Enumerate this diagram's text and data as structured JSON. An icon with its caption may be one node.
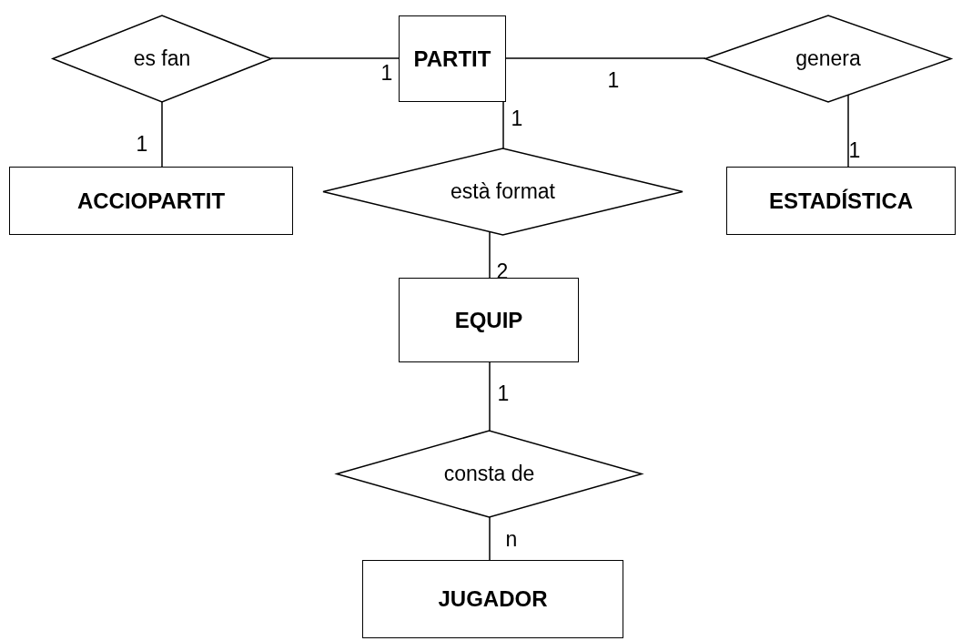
{
  "diagram": {
    "nodes": [
      {
        "text": [
          "es fan"
        ]
      },
      {
        "text": [
          "PARTIT"
        ]
      },
      {
        "text": [
          "genera"
        ]
      },
      {
        "text": [
          "ACCIOPARTIT"
        ]
      },
      {
        "text": [
          "està format"
        ]
      },
      {
        "text": [
          "ESTADÍSTICA"
        ]
      },
      {
        "text": [
          "EQUIP"
        ]
      },
      {
        "text": [
          "consta de"
        ]
      },
      {
        "text": [
          "JUGADOR"
        ]
      }
    ],
    "edges": [
      {
        "from": 0,
        "to": 1,
        "arrow": "none",
        "label": "1"
      },
      {
        "from": 1,
        "to": 2,
        "arrow": "none",
        "label": "1"
      },
      {
        "from": 0,
        "to": 3,
        "arrow": "none",
        "label": "1"
      },
      {
        "from": 2,
        "to": 5,
        "arrow": "none",
        "label": "1"
      },
      {
        "from": 1,
        "to": 4,
        "arrow": "none",
        "label": "1"
      },
      {
        "from": 4,
        "to": 6,
        "arrow": "none",
        "label": "2"
      },
      {
        "from": 6,
        "to": 7,
        "arrow": "none",
        "label": "1"
      },
      {
        "from": 7,
        "to": 8,
        "arrow": "none",
        "label": "n"
      }
    ]
  }
}
